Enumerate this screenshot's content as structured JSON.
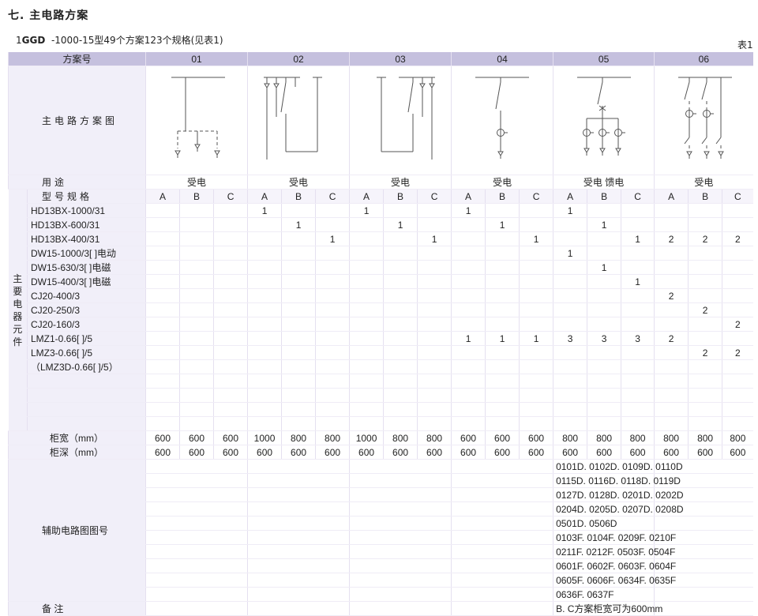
{
  "heading": "七. 主电路方案",
  "subtitle": {
    "prefix": "1",
    "model": "GGD",
    "text": "-1000-15型49个方案123个规格(见表1)"
  },
  "table_no": "表1",
  "header": {
    "label": "方案号",
    "schemes": [
      "01",
      "02",
      "03",
      "04",
      "05",
      "06"
    ]
  },
  "diagram_label": "主电路方案图",
  "usage": {
    "label": "用途",
    "values": [
      "受电",
      "受电",
      "受电",
      "受电",
      "受电 馈电",
      "受电"
    ]
  },
  "spec": {
    "label": "型号规格",
    "cols": [
      "A",
      "B",
      "C",
      "A",
      "B",
      "C",
      "A",
      "B",
      "C",
      "A",
      "B",
      "C",
      "A",
      "B",
      "C",
      "A",
      "B",
      "C"
    ]
  },
  "side_label": "主要电器元件",
  "components": [
    {
      "name": "HD13BX-1000/31",
      "values": [
        "",
        "",
        "",
        "1",
        "",
        "",
        "1",
        "",
        "",
        "1",
        "",
        "",
        "1",
        "",
        "",
        "",
        "",
        ""
      ]
    },
    {
      "name": "HD13BX-600/31",
      "values": [
        "",
        "",
        "",
        "",
        "1",
        "",
        "",
        "1",
        "",
        "",
        "1",
        "",
        "",
        "1",
        "",
        "",
        "",
        ""
      ]
    },
    {
      "name": "HD13BX-400/31",
      "values": [
        "",
        "",
        "",
        "",
        "",
        "1",
        "",
        "",
        "1",
        "",
        "",
        "1",
        "",
        "",
        "1",
        "2",
        "2",
        "2"
      ]
    },
    {
      "name": "DW15-1000/3[ ]电动",
      "values": [
        "",
        "",
        "",
        "",
        "",
        "",
        "",
        "",
        "",
        "",
        "",
        "",
        "1",
        "",
        "",
        "",
        "",
        ""
      ]
    },
    {
      "name": "DW15-630/3[ ]电磁",
      "values": [
        "",
        "",
        "",
        "",
        "",
        "",
        "",
        "",
        "",
        "",
        "",
        "",
        "",
        "1",
        "",
        "",
        "",
        ""
      ]
    },
    {
      "name": "DW15-400/3[ ]电磁",
      "values": [
        "",
        "",
        "",
        "",
        "",
        "",
        "",
        "",
        "",
        "",
        "",
        "",
        "",
        "",
        "1",
        "",
        "",
        ""
      ]
    },
    {
      "name": "CJ20-400/3",
      "values": [
        "",
        "",
        "",
        "",
        "",
        "",
        "",
        "",
        "",
        "",
        "",
        "",
        "",
        "",
        "",
        "2",
        "",
        ""
      ]
    },
    {
      "name": "CJ20-250/3",
      "values": [
        "",
        "",
        "",
        "",
        "",
        "",
        "",
        "",
        "",
        "",
        "",
        "",
        "",
        "",
        "",
        "",
        "2",
        ""
      ]
    },
    {
      "name": "CJ20-160/3",
      "values": [
        "",
        "",
        "",
        "",
        "",
        "",
        "",
        "",
        "",
        "",
        "",
        "",
        "",
        "",
        "",
        "",
        "",
        "2"
      ]
    },
    {
      "name": "LMZ1-0.66[ ]/5",
      "values": [
        "",
        "",
        "",
        "",
        "",
        "",
        "",
        "",
        "",
        "1",
        "1",
        "1",
        "3",
        "3",
        "3",
        "2",
        "",
        ""
      ]
    },
    {
      "name": "LMZ3-0.66[ ]/5",
      "values": [
        "",
        "",
        "",
        "",
        "",
        "",
        "",
        "",
        "",
        "",
        "",
        "",
        "",
        "",
        "",
        "",
        "2",
        "2"
      ]
    },
    {
      "name": "（LMZ3D-0.66[ ]/5）",
      "values": [
        "",
        "",
        "",
        "",
        "",
        "",
        "",
        "",
        "",
        "",
        "",
        "",
        "",
        "",
        "",
        "",
        "",
        ""
      ]
    },
    {
      "name": "",
      "values": [
        "",
        "",
        "",
        "",
        "",
        "",
        "",
        "",
        "",
        "",
        "",
        "",
        "",
        "",
        "",
        "",
        "",
        ""
      ]
    },
    {
      "name": "",
      "values": [
        "",
        "",
        "",
        "",
        "",
        "",
        "",
        "",
        "",
        "",
        "",
        "",
        "",
        "",
        "",
        "",
        "",
        ""
      ]
    },
    {
      "name": "",
      "values": [
        "",
        "",
        "",
        "",
        "",
        "",
        "",
        "",
        "",
        "",
        "",
        "",
        "",
        "",
        "",
        "",
        "",
        ""
      ]
    },
    {
      "name": "",
      "values": [
        "",
        "",
        "",
        "",
        "",
        "",
        "",
        "",
        "",
        "",
        "",
        "",
        "",
        "",
        "",
        "",
        "",
        ""
      ]
    }
  ],
  "width": {
    "label": "柜宽（mm）",
    "values": [
      "600",
      "600",
      "600",
      "1000",
      "800",
      "800",
      "1000",
      "800",
      "800",
      "600",
      "600",
      "600",
      "800",
      "800",
      "800",
      "800",
      "800",
      "800"
    ]
  },
  "depth": {
    "label": "柜深（mm）",
    "values": [
      "600",
      "600",
      "600",
      "600",
      "600",
      "600",
      "600",
      "600",
      "600",
      "600",
      "600",
      "600",
      "600",
      "600",
      "600",
      "600",
      "600",
      "600"
    ]
  },
  "aux": {
    "label": "辅助电路图图号",
    "lines": [
      "0101D. 0102D. 0109D. 0110D",
      "0115D. 0116D. 0118D. 0119D",
      "0127D. 0128D. 0201D. 0202D",
      "0204D. 0205D. 0207D. 0208D",
      "0501D. 0506D",
      "0103F. 0104F. 0209F. 0210F",
      "0211F. 0212F. 0503F. 0504F",
      "0601F. 0602F. 0603F. 0604F",
      "0605F. 0606F. 0634F. 0635F",
      "0636F. 0637F"
    ]
  },
  "remark": {
    "label": "备 注",
    "text": "B. C方案柜宽可为600mm"
  }
}
